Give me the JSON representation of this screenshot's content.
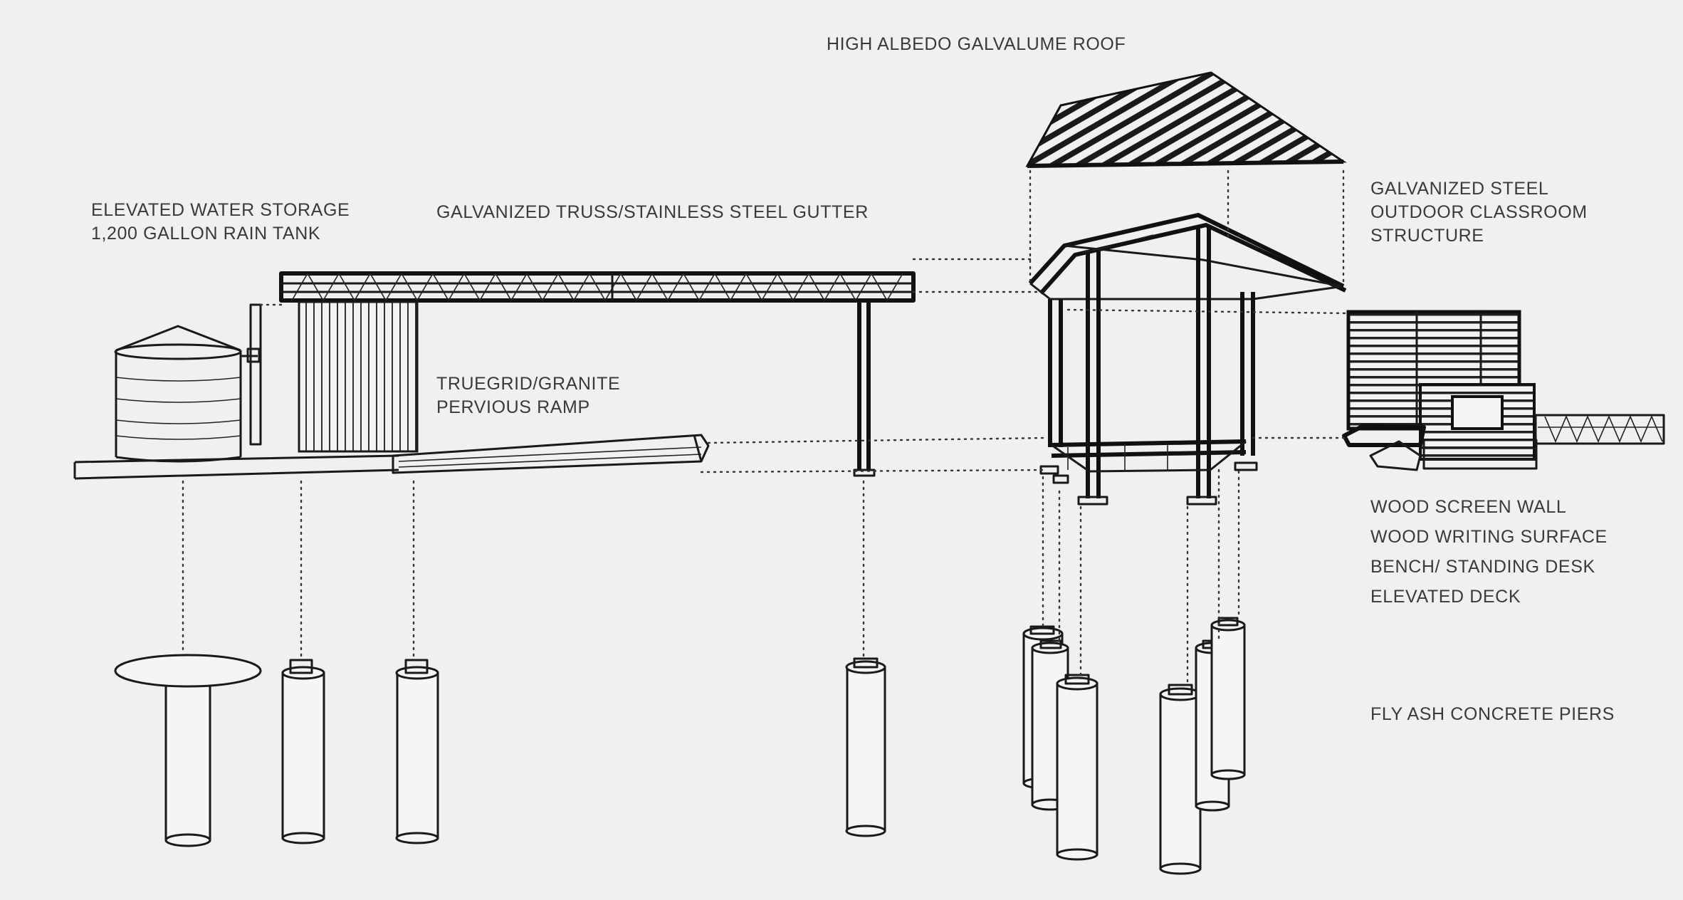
{
  "labels": {
    "roof": "HIGH ALBEDO GALVALUME ROOF",
    "water_line1": "ELEVATED WATER STORAGE",
    "water_line2": "1,200 GALLON RAIN TANK",
    "truss": "GALVANIZED TRUSS/STAINLESS STEEL GUTTER",
    "ramp_line1": "TRUEGRID/GRANITE",
    "ramp_line2": "PERVIOUS RAMP",
    "structure_line1": "GALVANIZED STEEL",
    "structure_line2": "OUTDOOR CLASSROOM",
    "structure_line3": "STRUCTURE",
    "wall_items": [
      "WOOD SCREEN WALL",
      "WOOD WRITING SURFACE",
      "BENCH/ STANDING DESK",
      "ELEVATED DECK"
    ],
    "piers": "FLY ASH CONCRETE PIERS"
  }
}
